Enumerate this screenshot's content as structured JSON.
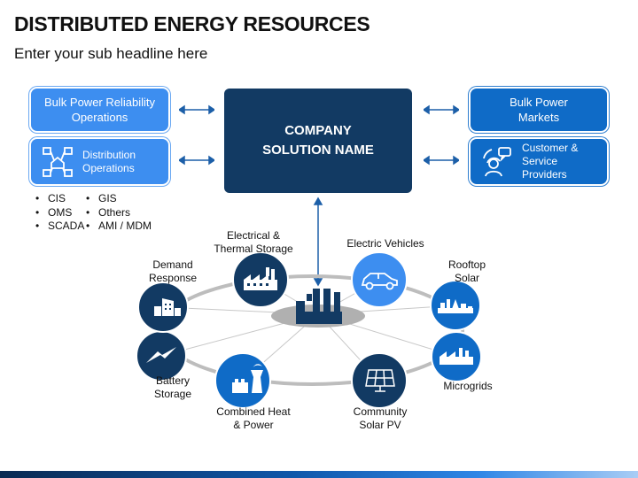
{
  "title": "DISTRIBUTED ENERGY RESOURCES",
  "subtitle": "Enter your sub headline here",
  "left_boxes": {
    "top": "Bulk Power Reliability Operations",
    "bottom": {
      "label": "Distribution Operations",
      "icon": "distribution-network-icon"
    }
  },
  "center": {
    "line1": "COMPANY",
    "line2": "SOLUTION NAME"
  },
  "right_boxes": {
    "top": "Bulk Power Markets",
    "bottom": {
      "label": "Customer & Service Providers",
      "icon": "customer-service-icon"
    }
  },
  "bullets": {
    "col1": [
      "CIS",
      "OMS",
      "SCADA"
    ],
    "col2": [
      "GIS",
      "Others",
      "AMI / MDM"
    ]
  },
  "hub": {
    "icon": "power-plant-icon"
  },
  "nodes": [
    {
      "id": "electrical-thermal-storage",
      "label": [
        "Electrical &",
        "Thermal Storage"
      ],
      "icon": "factory-icon"
    },
    {
      "id": "electric-vehicles",
      "label": [
        "Electric Vehicles"
      ],
      "icon": "car-icon"
    },
    {
      "id": "rooftop-solar",
      "label": [
        "Rooftop",
        "Solar"
      ],
      "icon": "city-skyline-icon"
    },
    {
      "id": "microgrids",
      "label": [
        "Microgrids"
      ],
      "icon": "industrial-plant-icon"
    },
    {
      "id": "community-solar-pv",
      "label": [
        "Community",
        "Solar PV"
      ],
      "icon": "solar-panel-icon"
    },
    {
      "id": "combined-heat-power",
      "label": [
        "Combined Heat",
        "& Power"
      ],
      "icon": "cooling-tower-icon"
    },
    {
      "id": "battery-storage",
      "label": [
        "Battery",
        "Storage"
      ],
      "icon": "lightning-bolt-icon"
    },
    {
      "id": "demand-response",
      "label": [
        "Demand",
        "Response"
      ],
      "icon": "buildings-icon"
    }
  ],
  "colors": {
    "dark_navy": "#123a63",
    "mid_blue": "#0f6bc7",
    "light_blue": "#3d8ef0",
    "ring_gray": "#bdbdbd",
    "arrow_blue": "#1c5fa8"
  }
}
